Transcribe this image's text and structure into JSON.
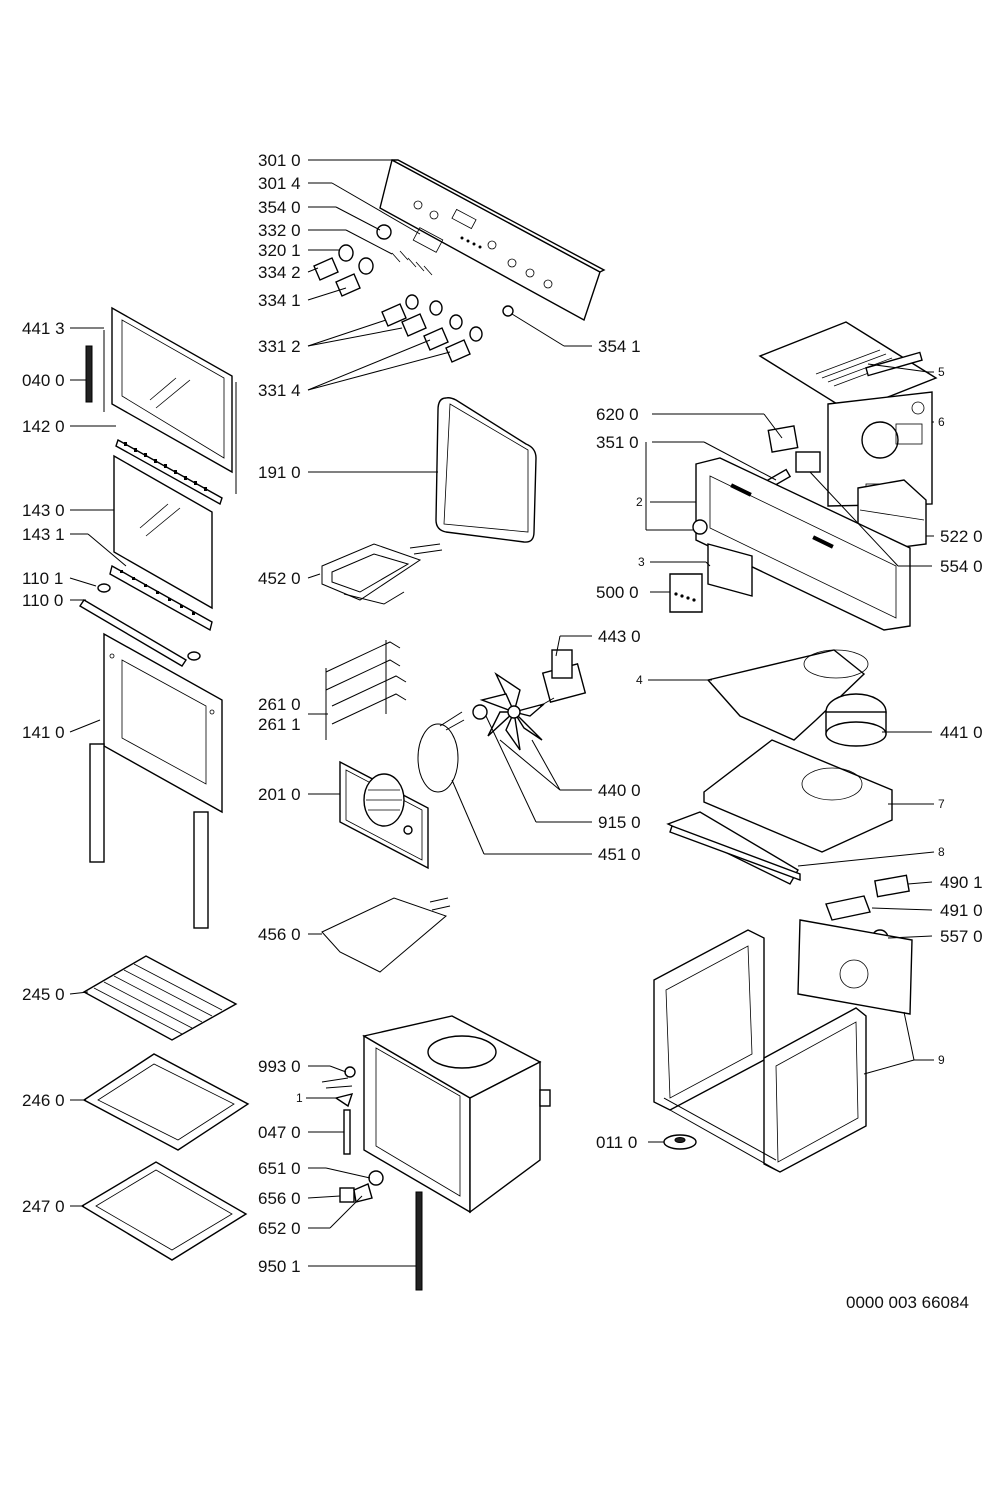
{
  "labels": {
    "l3010": "301 0",
    "l3014": "301 4",
    "l3540": "354 0",
    "l3320": "332 0",
    "l3201": "320 1",
    "l3342": "334 2",
    "l3341": "334 1",
    "l3312": "331 2",
    "l3314": "331 4",
    "l3541": "354 1",
    "l4413": "441 3",
    "l0400": "040 0",
    "l1420": "142 0",
    "l1430": "143 0",
    "l1431": "143 1",
    "l1101": "110 1",
    "l1100": "110 0",
    "l1410": "141 0",
    "l1910": "191 0",
    "l4520": "452 0",
    "l2610": "261 0",
    "l2611": "261 1",
    "l2010": "201 0",
    "l4560": "456 0",
    "l2450": "245 0",
    "l2460": "246 0",
    "l2470": "247 0",
    "l9930": "993 0",
    "l1": "1",
    "l0470": "047 0",
    "l6510": "651 0",
    "l6560": "656 0",
    "l6520": "652 0",
    "l9501": "950 1",
    "l5": "5",
    "l6": "6",
    "l6200": "620 0",
    "l3510": "351 0",
    "l2": "2",
    "l5220": "522 0",
    "l5540": "554 0",
    "l3": "3",
    "l5000": "500 0",
    "l4430": "443 0",
    "l4": "4",
    "l4410": "441 0",
    "l4400": "440 0",
    "l9150": "915 0",
    "l4510": "451 0",
    "l7": "7",
    "l8": "8",
    "l4901": "490 1",
    "l4910": "491 0",
    "l5570": "557 0",
    "l9": "9",
    "l0110": "011 0"
  },
  "drawing_ref": "0000 003 66084"
}
